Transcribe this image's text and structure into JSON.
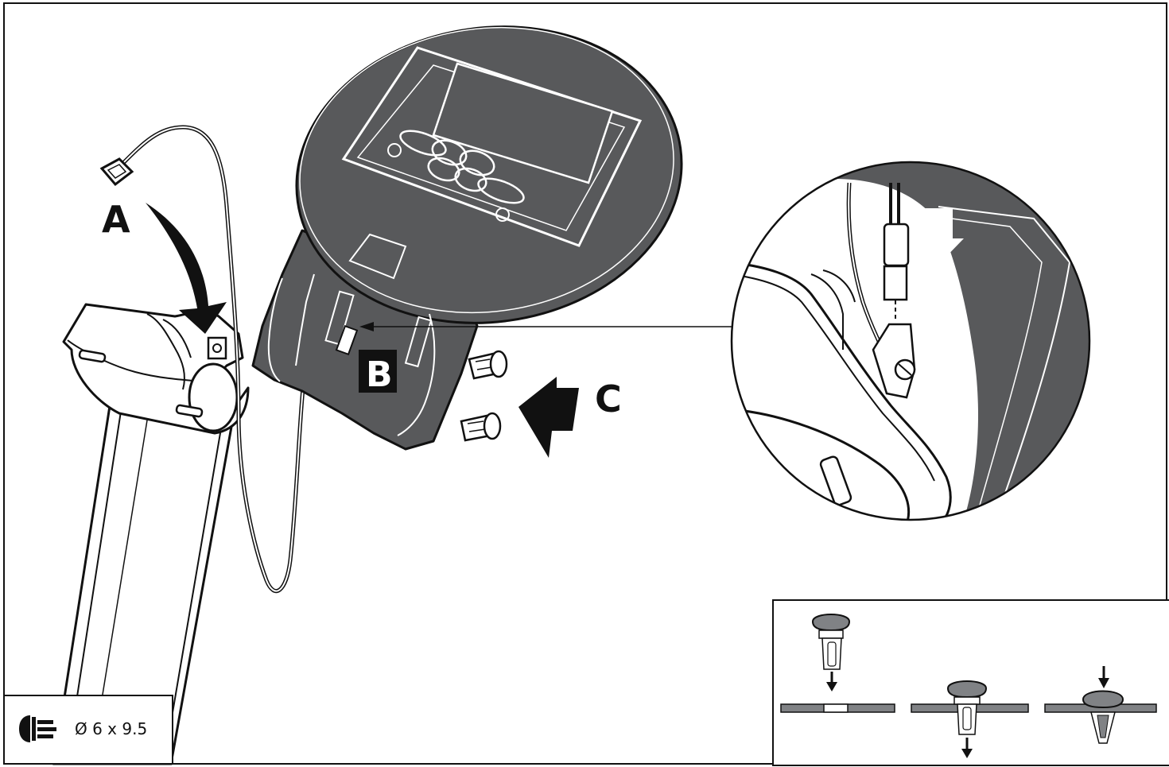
{
  "labels": {
    "a": "A",
    "b": "B",
    "c": "C"
  },
  "fastener": {
    "icon": "push-rivet-icon",
    "size": "Ø 6 x 9.5"
  },
  "colors": {
    "console_body": "#58595b",
    "line": "#111111",
    "background": "#ffffff"
  }
}
